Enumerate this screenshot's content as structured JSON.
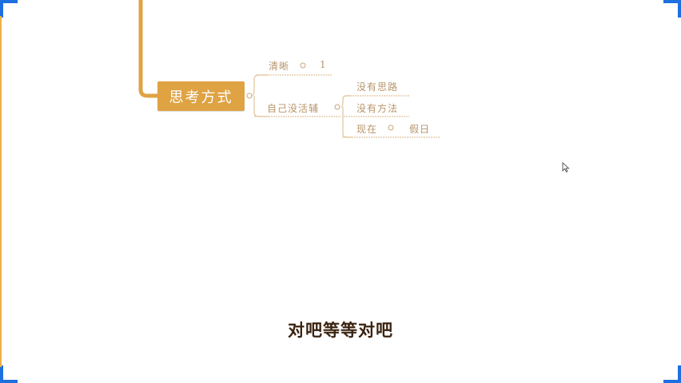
{
  "mindmap": {
    "root": "思考方式",
    "branch_clear": {
      "label": "清晰",
      "child": "1"
    },
    "branch_self": {
      "label": "自己没活辅",
      "children": [
        "没有思路",
        "没有方法"
      ],
      "now": {
        "label": "现在",
        "child": "假日"
      }
    }
  },
  "subtitle": "对吧等等对吧",
  "colors": {
    "accent": "#dfa344",
    "line": "#e9b04a",
    "frame": "#1e6fe0",
    "label": "#b8956b"
  }
}
